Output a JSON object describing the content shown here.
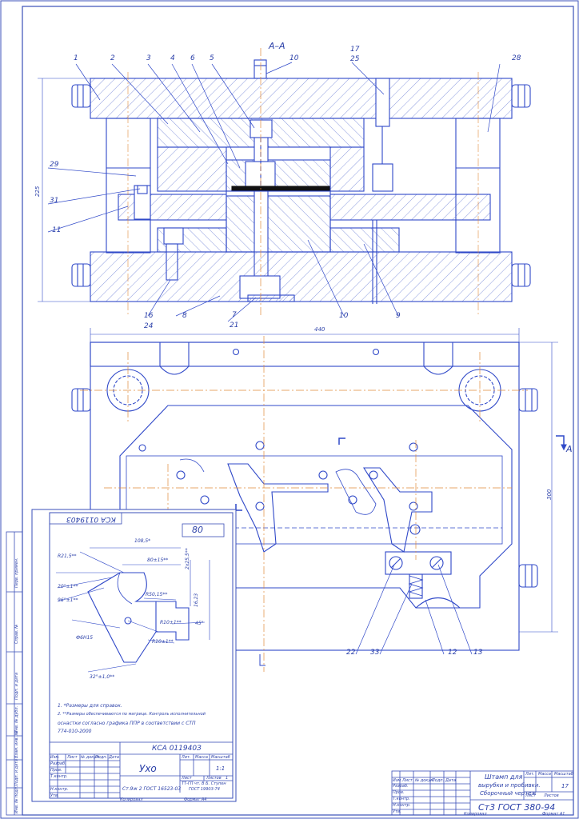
{
  "section_title": "А–А",
  "section_marker": "А",
  "positions": {
    "p1": "1",
    "p2": "2",
    "p3": "3",
    "p4": "4",
    "p6": "6",
    "p5": "5",
    "p10a": "10",
    "p17": "17",
    "p25": "25",
    "p28": "28",
    "p29": "29",
    "p31": "31",
    "p11": "11",
    "p16": "16",
    "p24": "24",
    "p8": "8",
    "p7": "7",
    "p21": "21",
    "p10b": "10",
    "p9": "9",
    "p22": "22",
    "p33": "33",
    "p12": "12",
    "p13": "13"
  },
  "dimensions": {
    "height_main": "225",
    "width_plan": "440",
    "height_plan": "300"
  },
  "main_title_block": {
    "name_line1": "Штамп для",
    "name_line2": "вырубки и пробивки.",
    "name_line3": "Сборочный чертеж",
    "material": "Ст3 ГОСТ 380-94",
    "sheets": "17",
    "copied": "Копировал",
    "format": "Формат А1",
    "col_lit": "Лит.",
    "col_mass": "Масса",
    "col_scale": "Масштаб",
    "col_sheet": "Лист",
    "col_sheets": "Листов",
    "role_dev": "Разраб.",
    "role_check": "Пров.",
    "role_tcontr": "Т.контр.",
    "role_ncontr": "Н.контр.",
    "role_appr": "Утв.",
    "col_change": "Изм.",
    "col_list": "Лист",
    "col_doc": "№ докум.",
    "col_sign": "Подп.",
    "col_date": "Дата"
  },
  "left_margin_labels": {
    "perv_primen": "Перв. примен.",
    "sprav": "Справ. №",
    "podp_data": "Подп. и дата",
    "inv_dubl": "Инв. № дубл.",
    "vzam_inv": "Взам. инв. №",
    "podp_data2": "Подп. и дата",
    "inv_podl": "Инв. № подл."
  },
  "detail": {
    "code_top": "КСА 011940З",
    "code_block": "КСА 011940З",
    "roughness": "80",
    "part_name": "Ухо",
    "material_line1": "Ст.9ж 2 ГОСТ 16523-03",
    "material_line2": "ТТ-ГП чт. В Б. Ступен",
    "material_line3": "ГОСТ 19903-74",
    "scale": "1:1",
    "lit": "Лит.",
    "mass": "Масса",
    "scale_label": "Масштаб",
    "sheet_label": "Лист",
    "sheets_label": "Листов",
    "sheets_val": "1",
    "copied": "Копировал",
    "format": "Формат А4",
    "dims": {
      "d1": "108,5*",
      "d2": "R21,5**",
      "d3": "80±15**",
      "d4": "2х25,5**",
      "d5": "20°±1**",
      "d6": "96°±1**",
      "d7": "R50,15**",
      "d8": "16,23",
      "d9": "R10±1**",
      "d10": "45°",
      "d11": "Ф6Н15",
      "d12": "R10±1**",
      "d13": "32°±1,0**"
    },
    "notes": {
      "n1": "1. *Размеры для справок.",
      "n2": "2. **Размеры обеспечиваются по матрице. Контроль исполнительной",
      "n3": "оснастки согласно графика ППР в соответствии с СТП",
      "n4": "774-010-2000"
    },
    "roles": {
      "izm": "Изм.",
      "list": "Лист",
      "doc": "№ докум.",
      "sign": "Подп.",
      "date": "Дата",
      "dev": "Разраб.",
      "check": "Пров.",
      "tcontr": "Т.контр.",
      "ncontr": "Н.контр.",
      "appr": "Утв."
    }
  },
  "colors": {
    "line": "#2f48c8",
    "hatch": "#4a5fc8",
    "axis": "#e08a3a",
    "frame": "#3a4fb8",
    "black": "#111111"
  }
}
